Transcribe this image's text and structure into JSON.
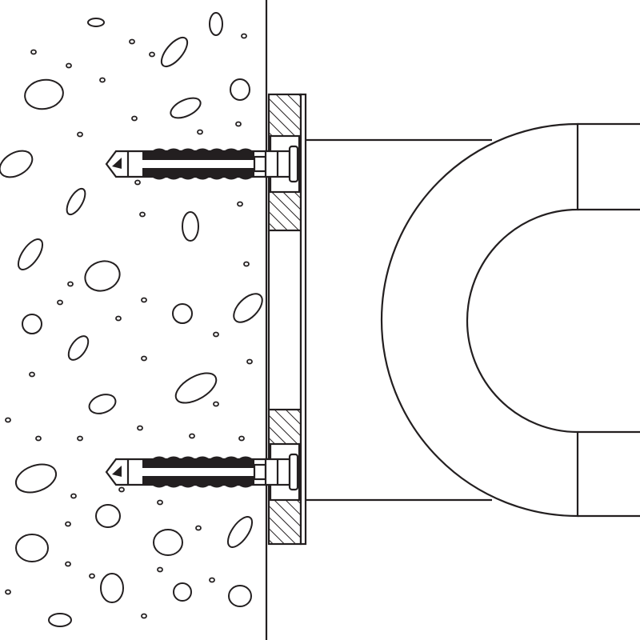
{
  "diagram": {
    "elements": [
      "concrete-wall",
      "mounting-plate",
      "anchor-bolt-top",
      "anchor-bolt-bottom",
      "pipe-bend"
    ],
    "line_color": "#231f20",
    "background": "#ffffff"
  }
}
